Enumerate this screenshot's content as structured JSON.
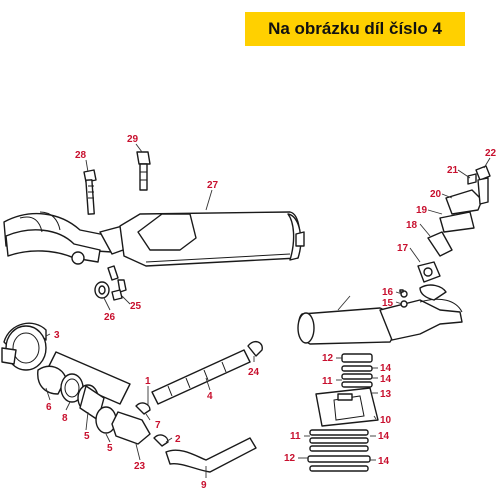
{
  "banner": {
    "text": "Na obrázku díl číslo 4",
    "background": "#ffd000"
  },
  "label_color": "#c8102e",
  "callouts": [
    {
      "id": "c29",
      "text": "29"
    },
    {
      "id": "c28",
      "text": "28"
    },
    {
      "id": "c27",
      "text": "27"
    },
    {
      "id": "c22",
      "text": "22"
    },
    {
      "id": "c21",
      "text": "21"
    },
    {
      "id": "c20",
      "text": "20"
    },
    {
      "id": "c19",
      "text": "19"
    },
    {
      "id": "c18",
      "text": "18"
    },
    {
      "id": "c17",
      "text": "17"
    },
    {
      "id": "c16",
      "text": "16"
    },
    {
      "id": "c15",
      "text": "15"
    },
    {
      "id": "c25",
      "text": "25"
    },
    {
      "id": "c26",
      "text": "26"
    },
    {
      "id": "c3",
      "text": "3"
    },
    {
      "id": "c12a",
      "text": "12"
    },
    {
      "id": "c14a",
      "text": "14"
    },
    {
      "id": "c11a",
      "text": "11"
    },
    {
      "id": "c14b",
      "text": "14"
    },
    {
      "id": "c13",
      "text": "13"
    },
    {
      "id": "c24",
      "text": "24"
    },
    {
      "id": "c1",
      "text": "1"
    },
    {
      "id": "c4",
      "text": "4"
    },
    {
      "id": "c6",
      "text": "6"
    },
    {
      "id": "c8",
      "text": "8"
    },
    {
      "id": "c5a",
      "text": "5"
    },
    {
      "id": "c5b",
      "text": "5"
    },
    {
      "id": "c7",
      "text": "7"
    },
    {
      "id": "c2",
      "text": "2"
    },
    {
      "id": "c10",
      "text": "10"
    },
    {
      "id": "c11b",
      "text": "11"
    },
    {
      "id": "c14c",
      "text": "14"
    },
    {
      "id": "c23",
      "text": "23"
    },
    {
      "id": "c12b",
      "text": "12"
    },
    {
      "id": "c14d",
      "text": "14"
    },
    {
      "id": "c9",
      "text": "9"
    }
  ]
}
